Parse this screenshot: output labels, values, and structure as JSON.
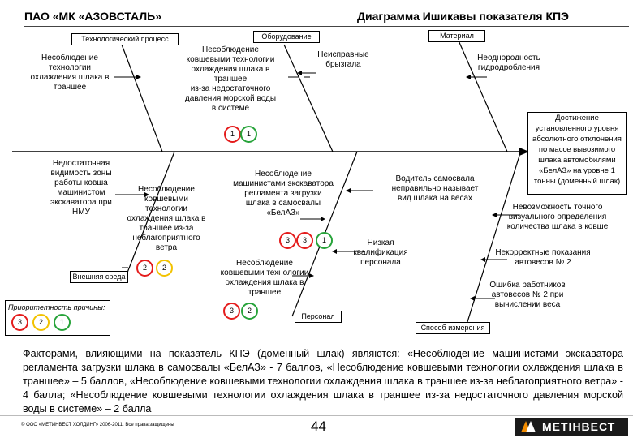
{
  "header": {
    "company": "ПАО «МК «АЗОВСТАЛЬ»",
    "title": "Диаграмма Ишикавы показателя КПЭ"
  },
  "categories": {
    "process": "Технологический процесс",
    "equipment": "Оборудование",
    "material": "Материал",
    "environment": "Внешняя среда",
    "personnel": "Персонал",
    "measurement": "Способ измерения"
  },
  "causes": {
    "process_cooling": "Несоблюдение\nтехнологии\nохлаждения шлака в\nтраншее",
    "equipment_pressure": "Несоблюдение\nковшевыми технологии\nохлаждения шлака в\nтраншее\nиз-за недостаточного\nдавления морской воды\nв системе",
    "equipment_sprayers": "Неисправные\nбрызгала",
    "material_inhomogeneity": "Неоднородность\nгидродробления",
    "env_visibility": "Недостаточная\nвидимость зоны\nработы ковша\nмашинистом\nэкскаватора при\nНМУ",
    "env_wind": "Несоблюдение\nковшевыми\nтехнологии\nохлаждения шлака в\nтраншее из-за\nнеблагоприятного\nветра",
    "excavator_loading": "Несоблюдение\nмашинистами экскаватора\nрегламента загрузки\nшлака в самосвалы\n«БелАЗ»",
    "ladle_cooling": "Несоблюдение\nковшевыми технологии\nохлаждения шлака в\nтраншее",
    "driver_weight": "Водитель самосвала\nнеправильно называет\nвид шлака на весах",
    "low_qualification": "Низкая\nквалификация\nперсонала",
    "visual_impossible": "Невозможность точного\nвизуального определения\nколичества шлака в ковше",
    "wrong_scales": "Некорректные показания\nавтовесов № 2",
    "operator_error": "Ошибка работников\nавтовесов № 2 при\nвычислении веса"
  },
  "effect": "Достижение\nустановленного уровня\nабсолютного отклонения\nпо массе вывозимого\nшлака автомобилями\n«БелАЗ» на уровне 1\nтонны (доменный шлак)",
  "scores": {
    "equipment": [
      "1",
      "1"
    ],
    "wind": [
      "2",
      "2"
    ],
    "excavator": [
      "3",
      "3",
      "1"
    ],
    "ladle": [
      "3",
      "2"
    ]
  },
  "priority": {
    "label": "Приоритетность причины:",
    "values": [
      "3",
      "2",
      "1"
    ]
  },
  "summary": "Факторами, влияющими на показатель КПЭ (доменный шлак) являются: «Несоблюдение машинистами экскаватора регламента загрузки шлака в самосвалы «БелАЗ» - 7 баллов, «Несоблюдение ковшевыми технологии охлаждения шлака в траншее» – 5 баллов, «Несоблюдение ковшевыми технологии охлаждения шлака в траншее из-за неблагоприятного ветра» - 4 балла; «Несоблюдение ковшевыми технологии охлаждения шлака в траншее из-за недостаточного давления морской воды в системе» – 2 балла",
  "footer": {
    "copyright": "© ООО «МЕТИНВЕСТ ХОЛДИНГ» 2006-2011. Все права защищены",
    "page": "44",
    "logo": "МЕТІНВЕСТ"
  },
  "colors": {
    "priority_high": "#e41c1c",
    "priority_mid": "#f2c200",
    "priority_low": "#27a33a",
    "logo_bg": "#1a1a1a"
  }
}
